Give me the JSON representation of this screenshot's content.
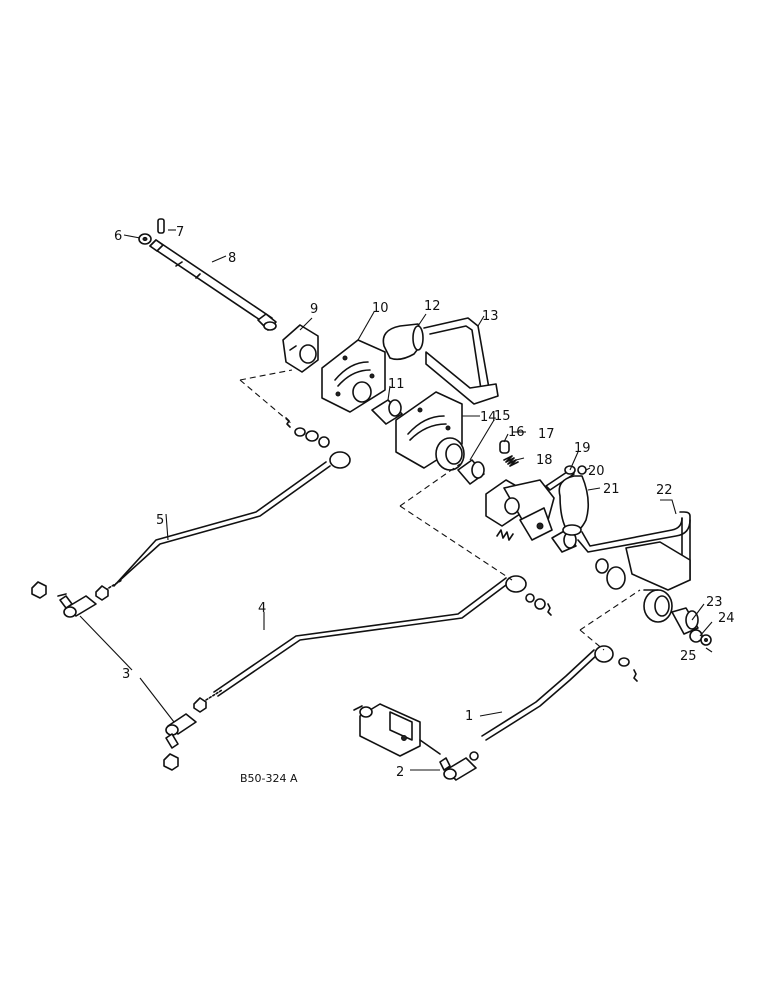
{
  "drawing_ref": "B50-324 A",
  "callouts": [
    "1",
    "2",
    "3",
    "4",
    "5",
    "6",
    "7",
    "8",
    "9",
    "10",
    "11",
    "12",
    "13",
    "14",
    "15",
    "16",
    "17",
    "18",
    "19",
    "20",
    "21",
    "22",
    "23",
    "24",
    "25"
  ]
}
